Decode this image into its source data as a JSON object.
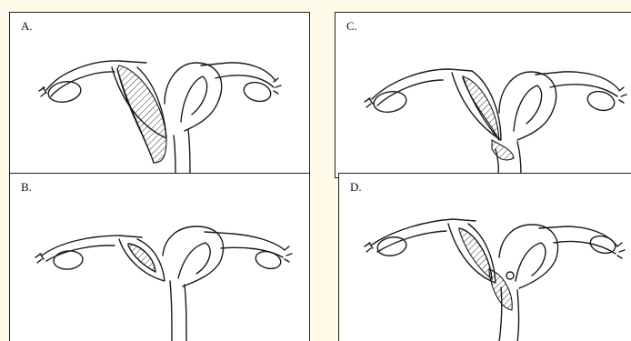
{
  "panels": {
    "a": {
      "label": "A."
    },
    "b": {
      "label": "B."
    },
    "c": {
      "label": "C."
    },
    "d": {
      "label": "D."
    }
  }
}
